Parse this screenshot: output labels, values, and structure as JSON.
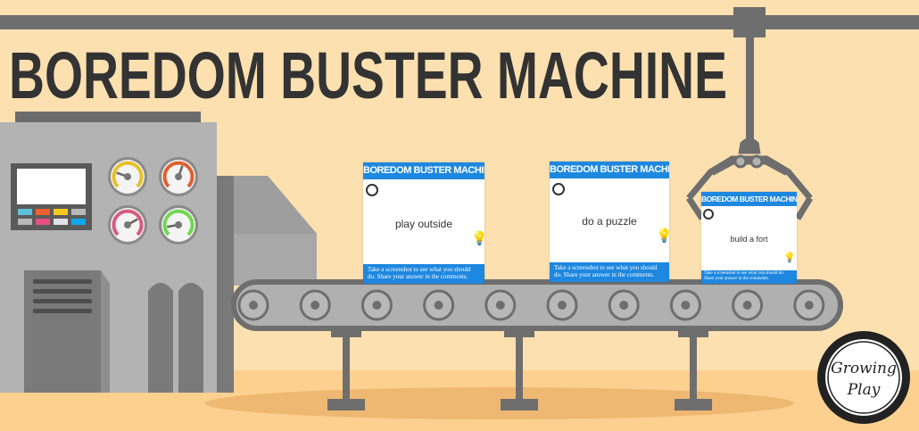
{
  "title": "BOREDOM BUSTER MACHINE",
  "cards": [
    {
      "header": "BOREDOM BUSTER MACHINE",
      "activity": "play outside",
      "footer": "Take a screenshot to see what you should do. Share your answer in the comments."
    },
    {
      "header": "BOREDOM BUSTER MACHINE",
      "activity": "do a puzzle",
      "footer": "Take a screenshot to see what you should do. Share your answer in the comments."
    },
    {
      "header": "BOREDOM BUSTER MACHINE",
      "activity": "build a fort",
      "footer": "Take a screenshot to see what you should do. Share your answer in the comments."
    }
  ],
  "logo": {
    "line1": "Growing",
    "line2": "Play"
  },
  "colors": {
    "background": "#fde0b0",
    "machine": "#b3b3b3",
    "dark_gray": "#6e6e6e",
    "card_blue": "#1e88e0",
    "title": "#333333"
  },
  "gauges": [
    {
      "color": "#e8c02a"
    },
    {
      "color": "#e06030"
    },
    {
      "color": "#d85a80"
    },
    {
      "color": "#70d850"
    }
  ],
  "buttons": [
    "#5bc0d8",
    "#f06030",
    "#f8c820",
    "#b8b8b8",
    "#b8b8b8",
    "#e85080",
    "#e0e0e8",
    "#10a8f0"
  ]
}
